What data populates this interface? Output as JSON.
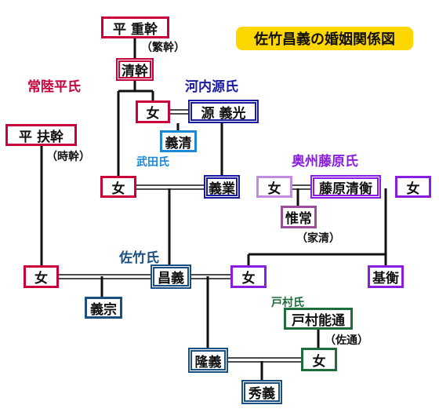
{
  "title": "佐竹昌義の婚姻関係図",
  "colors": {
    "taira": "#c8003c",
    "minamoto": "#1a1aa0",
    "takeda": "#1e88d8",
    "fujiwara": "#8a1ee0",
    "kajo": "#9b4d9b",
    "satake": "#1a4f80",
    "tomura": "#1e6e3c",
    "line": "#111111",
    "title_bg": "#ffd700"
  },
  "clans": {
    "hitachi_taira": "常陸平氏",
    "kawachi_genji": "河内源氏",
    "takeda": "武田氏",
    "oshu_fujiwara": "奥州藤原氏",
    "satake": "佐竹氏",
    "tomura": "戸村氏"
  },
  "people": {
    "taira_shigemoto": "平 重幹",
    "shigemoto_note": "（繁幹）",
    "kiyomoto": "清幹",
    "taira_mochimoto": "平 扶幹",
    "mochimoto_note": "（時幹）",
    "kiyomoto_daughter": "女",
    "minamoto_yoshimitsu": "源 義光",
    "yoshikiyo": "義清",
    "yoshimitsu_spouse": "女",
    "yoshinari": "義業",
    "yoshinari_daughter": "女",
    "fujiwara_kiyohira": "藤原清衡",
    "kiyohira_daughter": "女",
    "korenobu": "惟常",
    "korenobu_note": "（家清）",
    "mochimoto_daughter": "女",
    "masayoshi": "昌義",
    "kiyohira_other_daughter": "女",
    "motohira": "基衡",
    "yoshimune": "義宗",
    "tomura_yoshimichi": "戸村能通",
    "yoshimichi_note": "（佐通）",
    "tomura_daughter": "女",
    "takayoshi": "隆義",
    "hideyoshi": "秀義"
  }
}
